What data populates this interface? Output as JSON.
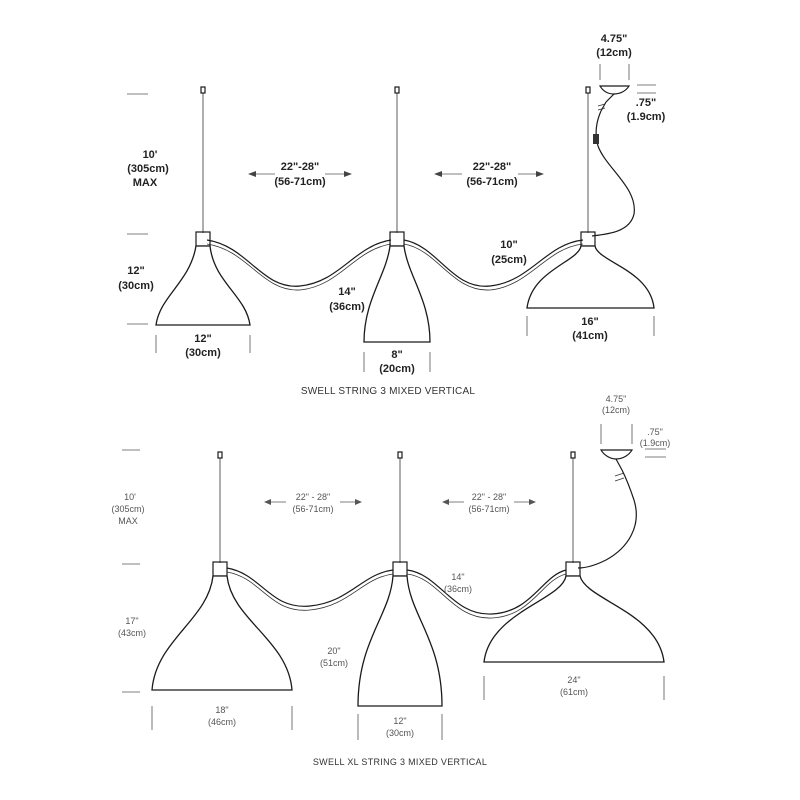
{
  "top_diagram": {
    "caption": "SWELL STRING 3 MIXED VERTICAL",
    "height_max": [
      "10'",
      "(305cm)",
      "MAX"
    ],
    "spacing_left": [
      "22\"-28\"",
      "(56-71cm)"
    ],
    "spacing_right": [
      "22\"-28\"",
      "(56-71cm)"
    ],
    "canopy_width": [
      "4.75\"",
      "(12cm)"
    ],
    "canopy_depth": [
      ".75\"",
      "(1.9cm)"
    ],
    "cord_drop": [
      "10\"",
      "(25cm)"
    ],
    "shade1_height": [
      "12\"",
      "(30cm)"
    ],
    "shade1_width": [
      "12\"",
      "(30cm)"
    ],
    "shade2_height": [
      "14\"",
      "(36cm)"
    ],
    "shade2_width": [
      "8\"",
      "(20cm)"
    ],
    "shade3_width": [
      "16\"",
      "(41cm)"
    ]
  },
  "bottom_diagram": {
    "caption": "SWELL XL STRING 3 MIXED VERTICAL",
    "height_max": [
      "10'",
      "(305cm)",
      "MAX"
    ],
    "spacing_left": [
      "22\" - 28\"",
      "(56-71cm)"
    ],
    "spacing_right": [
      "22\" - 28\"",
      "(56-71cm)"
    ],
    "canopy_width": [
      "4.75\"",
      "(12cm)"
    ],
    "canopy_depth": [
      ".75\"",
      "(1.9cm)"
    ],
    "cord_drop": [
      "14\"",
      "(36cm)"
    ],
    "shade1_height": [
      "17\"",
      "(43cm)"
    ],
    "shade1_width": [
      "18\"",
      "(46cm)"
    ],
    "shade2_height": [
      "20\"",
      "(51cm)"
    ],
    "shade2_width": [
      "12\"",
      "(30cm)"
    ],
    "shade3_width": [
      "24\"",
      "(61cm)"
    ]
  }
}
